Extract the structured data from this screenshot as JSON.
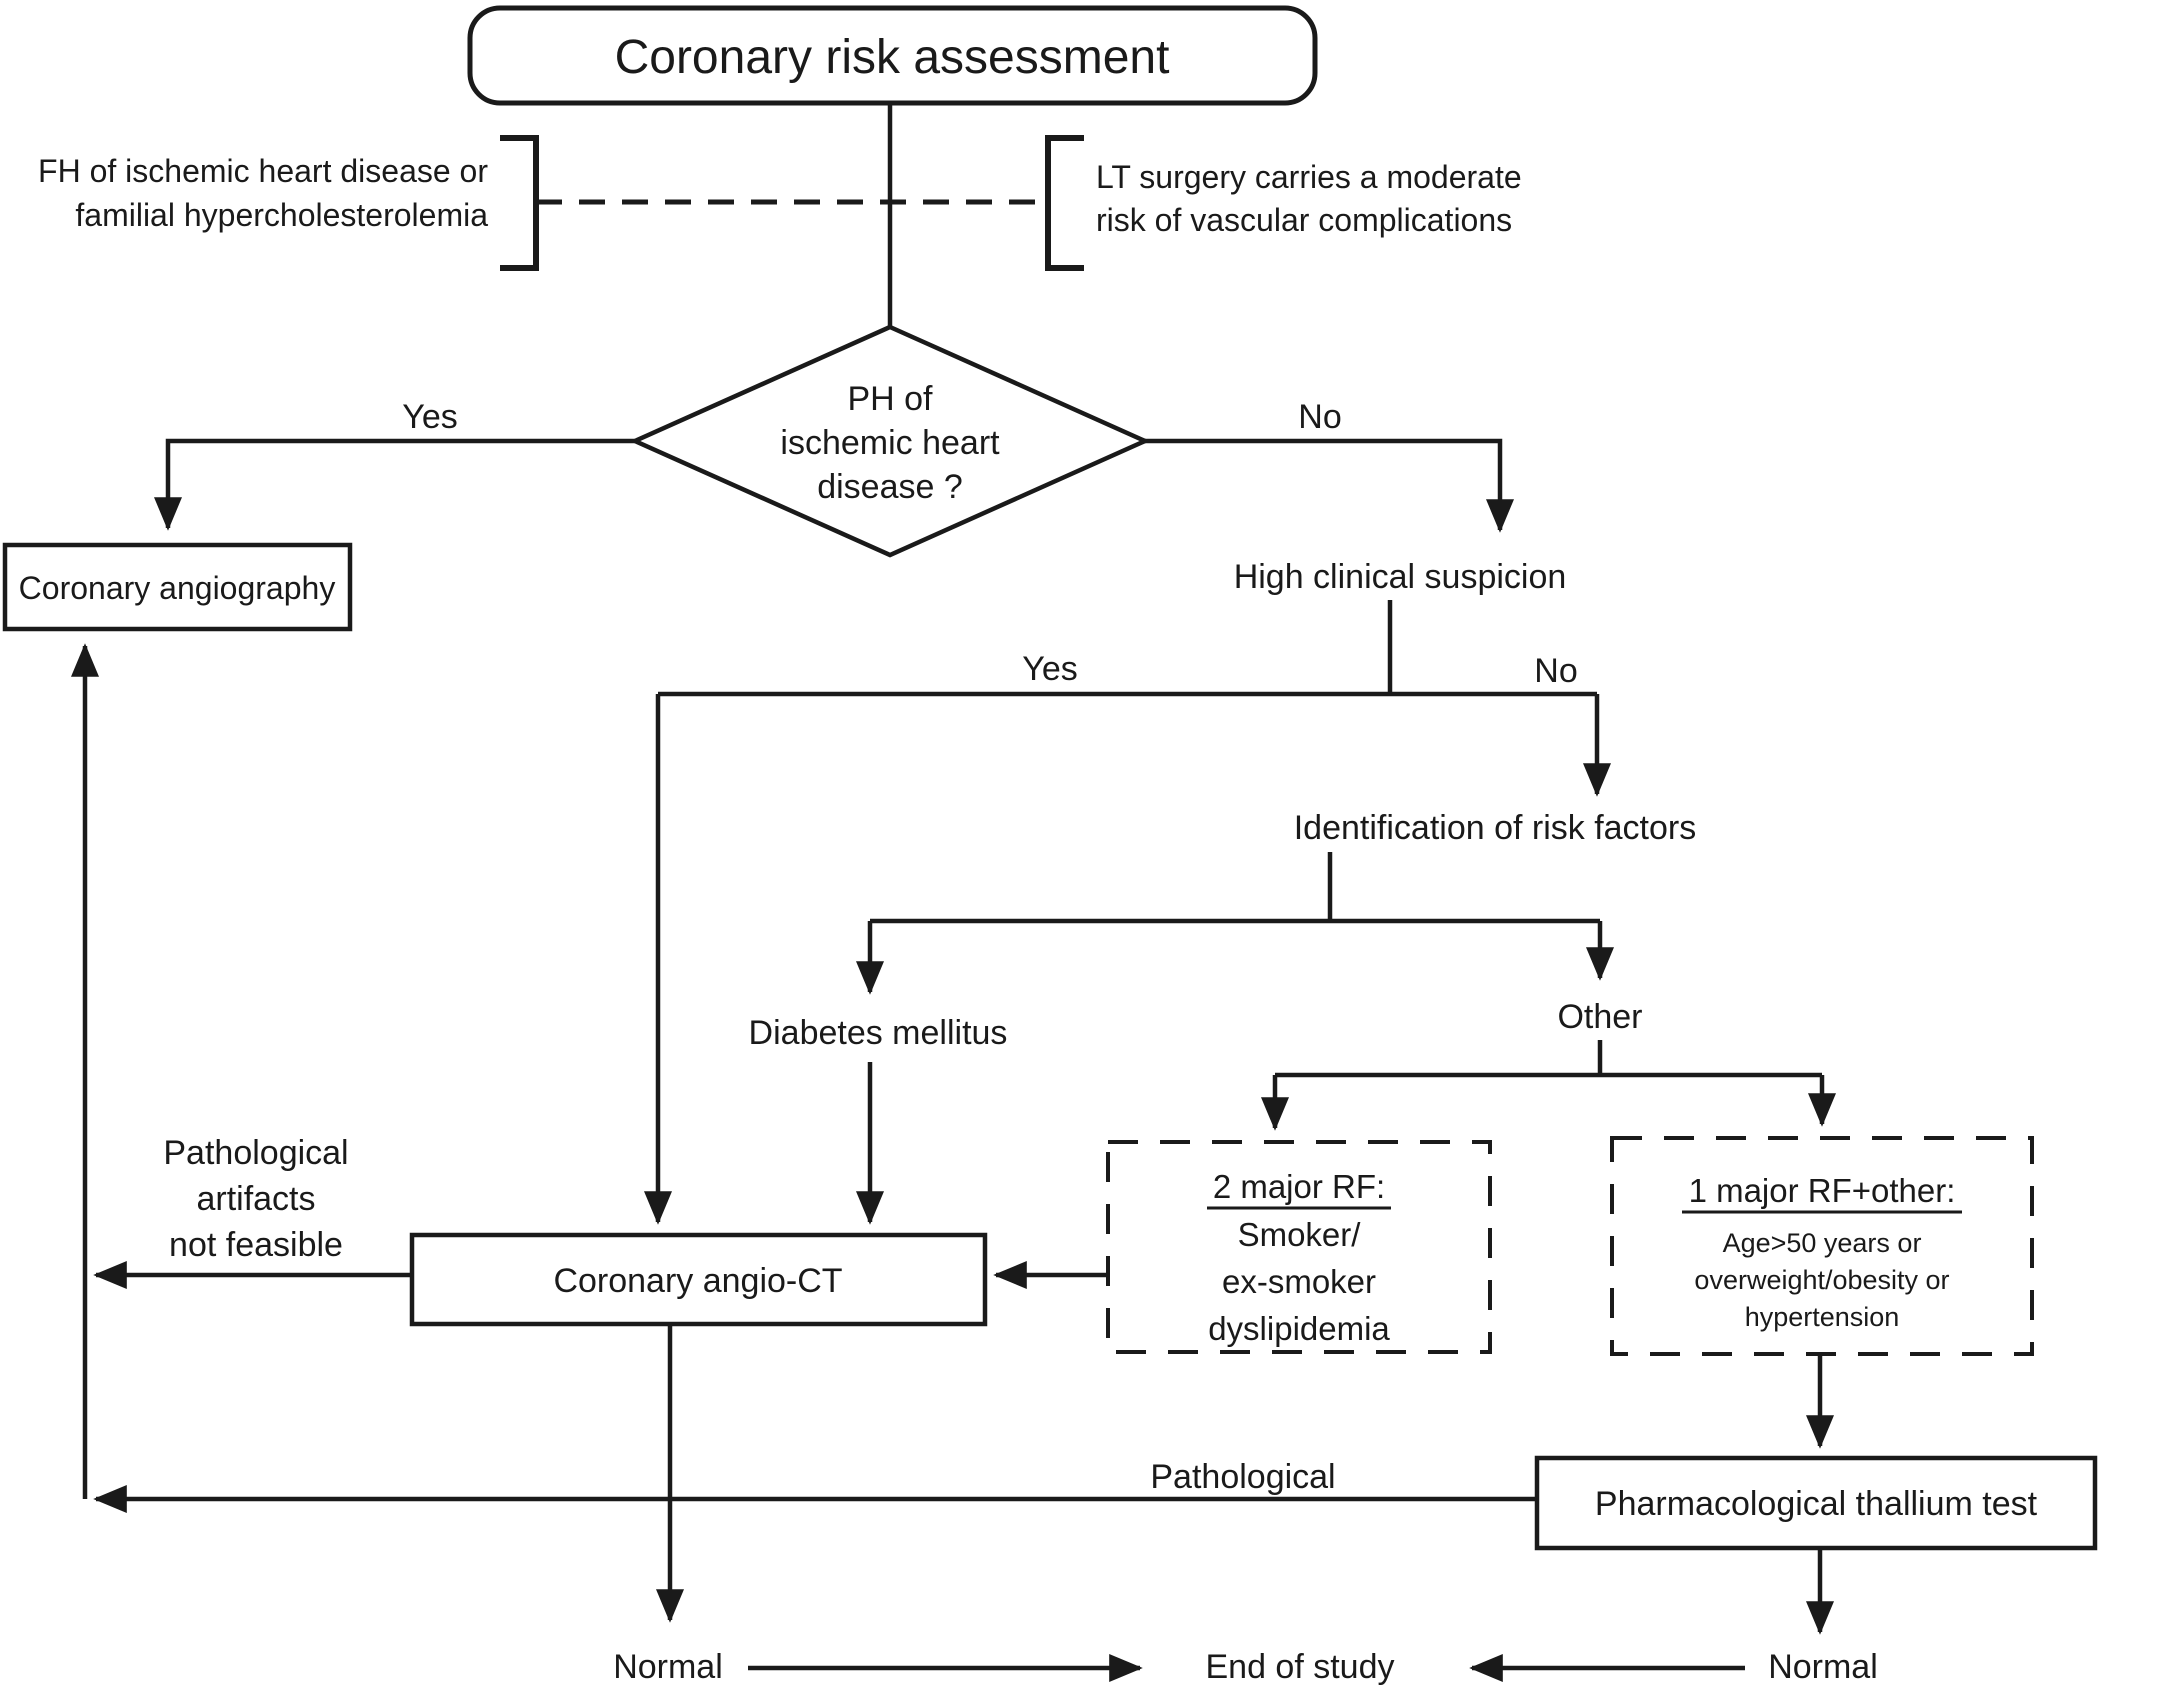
{
  "flowchart": {
    "title": "Coronary risk assessment",
    "notes": {
      "fh": {
        "lines": [
          "FH of ischemic heart disease or",
          "familial hypercholesterolemia"
        ]
      },
      "lt": {
        "lines": [
          "LT surgery carries a moderate",
          "risk of vascular complications"
        ]
      }
    },
    "decision_ph": {
      "lines": [
        "PH of",
        "ischemic heart",
        "disease ?"
      ]
    },
    "edge_labels": {
      "ph_yes": "Yes",
      "ph_no": "No",
      "hcs_yes": "Yes",
      "hcs_no": "No",
      "pathological": "Pathological",
      "artifacts": {
        "lines": [
          "Pathological",
          "artifacts",
          "not feasible"
        ]
      }
    },
    "nodes": {
      "coronary_angiography": "Coronary angiography",
      "high_clinical_suspicion": "High clinical suspicion",
      "risk_factors": "Identification of risk factors",
      "diabetes": "Diabetes mellitus",
      "other": "Other",
      "angio_ct": "Coronary angio-CT",
      "rf2": {
        "title": "2 major RF:",
        "lines": [
          "Smoker/",
          "ex-smoker",
          "dyslipidemia"
        ]
      },
      "rf1": {
        "title": "1 major RF+other:",
        "lines": [
          "Age>50 years or",
          "overweight/obesity or",
          "hypertension"
        ]
      },
      "thallium": "Pharmacological thallium test",
      "normal_left": "Normal",
      "normal_right": "Normal",
      "end_of_study": "End of study"
    },
    "colors": {
      "ink": "#1a1a1a",
      "background": "#ffffff"
    }
  }
}
